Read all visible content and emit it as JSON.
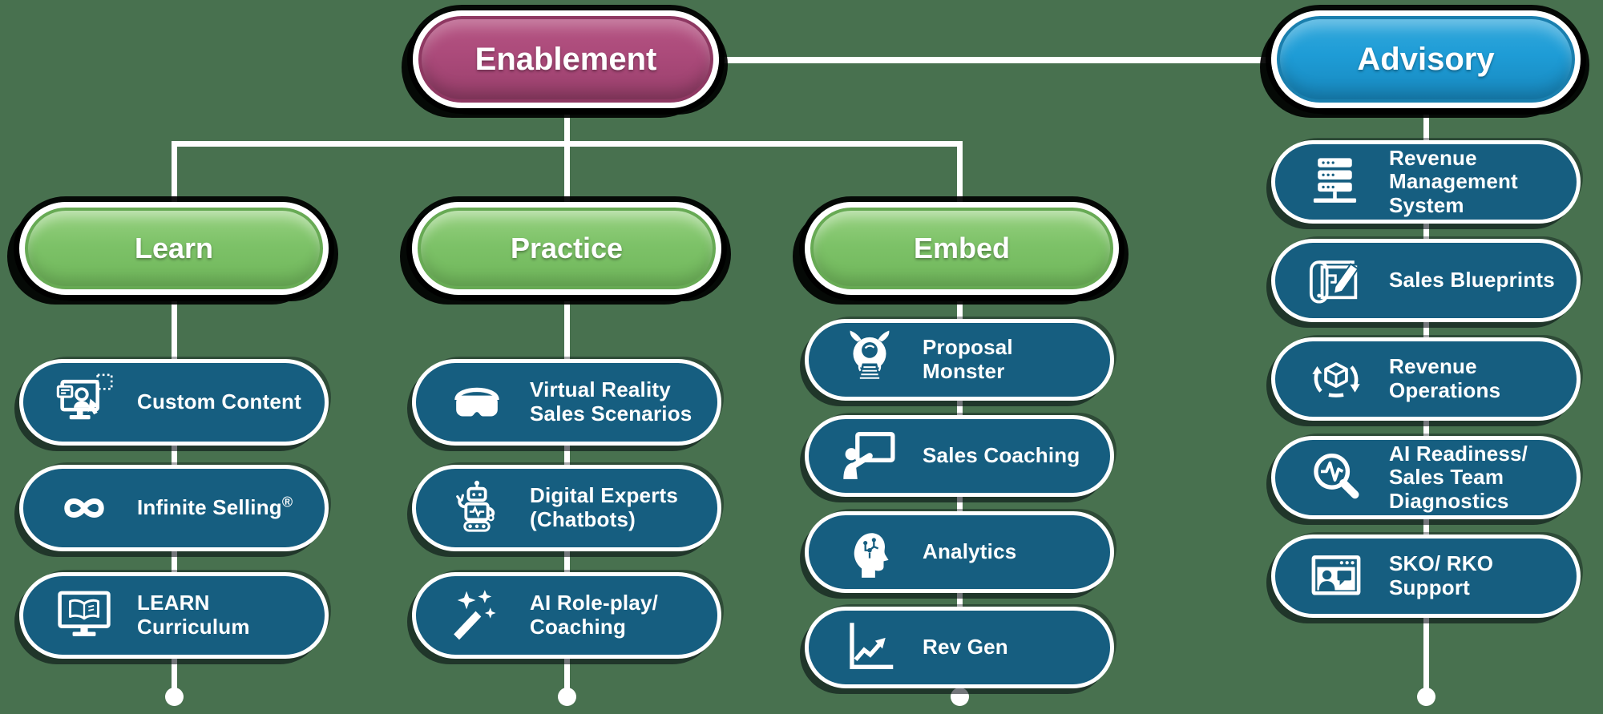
{
  "background_color": "#48714F",
  "connector_color": "#FFFFFF",
  "item_fill_color": "#165E80",
  "root": {
    "label": "Enablement",
    "color": "#AB4A7A"
  },
  "columns": [
    {
      "header": "Learn",
      "header_color": "#7DC268",
      "items": [
        {
          "label": "Custom Content",
          "icon": "custom-content-icon"
        },
        {
          "label": "Infinite Selling",
          "suffix": "®",
          "icon": "infinity-icon"
        },
        {
          "label": "LEARN\nCurriculum",
          "icon": "learn-curriculum-icon"
        }
      ]
    },
    {
      "header": "Practice",
      "header_color": "#7DC268",
      "items": [
        {
          "label": "Virtual Reality\nSales Scenarios",
          "icon": "vr-goggles-icon"
        },
        {
          "label": "Digital Experts\n(Chatbots)",
          "icon": "robot-icon"
        },
        {
          "label": "AI Role-play/\nCoaching",
          "icon": "magic-wand-icon"
        }
      ]
    },
    {
      "header": "Embed",
      "header_color": "#7DC268",
      "items": [
        {
          "label": "Proposal\nMonster",
          "icon": "monster-icon"
        },
        {
          "label": "Sales Coaching",
          "icon": "coaching-board-icon"
        },
        {
          "label": "Analytics",
          "icon": "analytics-head-icon"
        },
        {
          "label": "Rev Gen",
          "icon": "growth-chart-icon"
        }
      ]
    },
    {
      "header": "Advisory",
      "header_color": "#1E9CD6",
      "items": [
        {
          "label": "Revenue\nManagement\nSystem",
          "icon": "server-stack-icon"
        },
        {
          "label": "Sales Blueprints",
          "icon": "blueprint-icon"
        },
        {
          "label": "Revenue\nOperations",
          "icon": "revenue-ops-icon"
        },
        {
          "label": "AI Readiness/\nSales Team\nDiagnostics",
          "icon": "diagnostics-magnifier-icon"
        },
        {
          "label": "SKO/ RKO\nSupport",
          "icon": "video-support-icon"
        }
      ]
    }
  ]
}
